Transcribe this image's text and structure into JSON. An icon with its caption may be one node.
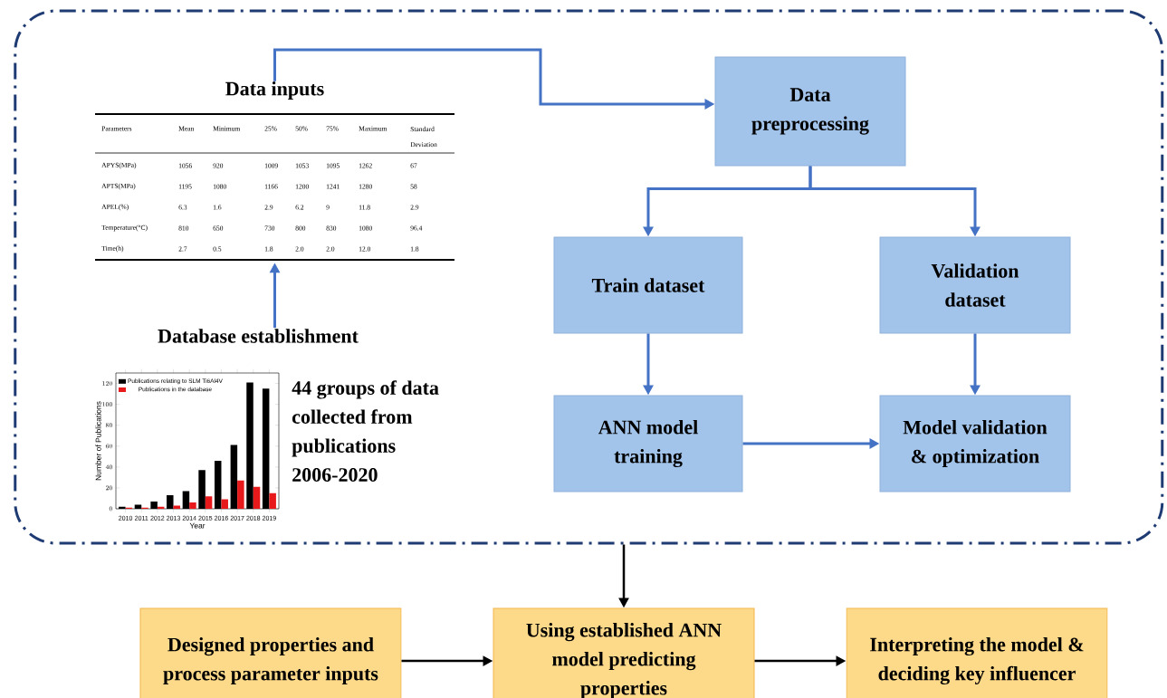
{
  "diagram": {
    "nodes": [
      {
        "text": [],
        "shape": "box"
      },
      {
        "text": [
          "Data inputs"
        ],
        "in": 0
      },
      {
        "text": [
          "Database establishment"
        ],
        "beside": [
          "44 groups of data collected from publications 2006-2020"
        ],
        "in": 0
      },
      {
        "text": [
          "Data preprocessing"
        ],
        "in": 0
      },
      {
        "text": [
          "Train dataset"
        ],
        "in": 0
      },
      {
        "text": [
          "Validation dataset"
        ],
        "in": 0
      },
      {
        "text": [
          "ANN model training"
        ],
        "in": 0
      },
      {
        "text": [
          "Model validation & optimization"
        ],
        "in": 0
      },
      {
        "text": [
          "Designed properties and process parameter inputs"
        ]
      },
      {
        "text": [
          "Using established ANN model predicting properties"
        ]
      },
      {
        "text": [
          "Interpreting the model & deciding key influencer"
        ]
      }
    ],
    "edges": [
      {
        "from": 1,
        "to": 3,
        "arrow": "to"
      },
      {
        "from": 2,
        "to": 1,
        "arrow": "to"
      },
      {
        "from": 3,
        "to": 4,
        "arrow": "to"
      },
      {
        "from": 3,
        "to": 5,
        "arrow": "to"
      },
      {
        "from": 4,
        "to": 6,
        "arrow": "to"
      },
      {
        "from": 5,
        "to": 7,
        "arrow": "to"
      },
      {
        "from": 6,
        "to": 7,
        "arrow": "to"
      },
      {
        "from": 0,
        "to": 9,
        "arrow": "to",
        "color": "#000000"
      },
      {
        "from": 8,
        "to": 9,
        "arrow": "to",
        "color": "#000000"
      },
      {
        "from": 9,
        "to": 10,
        "arrow": "to",
        "color": "#000000"
      }
    ],
    "labels": [
      "Parameters",
      "Mean",
      "Minimum",
      "25%",
      "50%",
      "75%",
      "Maximum",
      "Standard Deviation",
      "APYS(MPa)",
      "1056",
      "920",
      "1009",
      "1053",
      "1095",
      "1262",
      "67",
      "APTS(MPa)",
      "1195",
      "1080",
      "1166",
      "1200",
      "1241",
      "1280",
      "58",
      "APEL(%)",
      "6.3",
      "1.6",
      "2.9",
      "6.2",
      "9",
      "11.8",
      "2.9",
      "Temperature(°C)",
      "810",
      "650",
      "730",
      "800",
      "830",
      "1080",
      "96.4",
      "Time(h)",
      "2.7",
      "0.5",
      "1.8",
      "2.0",
      "2.0",
      "12.0",
      "1.8"
    ],
    "chart_data": {
      "type": "bar",
      "xlabel": "Year",
      "ylabel": "Number of Publications",
      "categories": [
        "2010",
        "2011",
        "2012",
        "2013",
        "2014",
        "2015",
        "2016",
        "2017",
        "2018",
        "2019"
      ],
      "series": [
        {
          "name": "Publications relating to SLM Ti6Al4V",
          "color": "#000000",
          "values": [
            2,
            4,
            7,
            13,
            17,
            37,
            46,
            61,
            121,
            115
          ]
        },
        {
          "name": "Publications in the database",
          "color": "#e8191b",
          "values": [
            1,
            1,
            2,
            3,
            6,
            12,
            9,
            27,
            21,
            15
          ]
        }
      ],
      "ylim": [
        0,
        130
      ],
      "yticks": [
        0,
        20,
        40,
        60,
        80,
        100,
        120
      ],
      "legend": "upper left"
    }
  }
}
